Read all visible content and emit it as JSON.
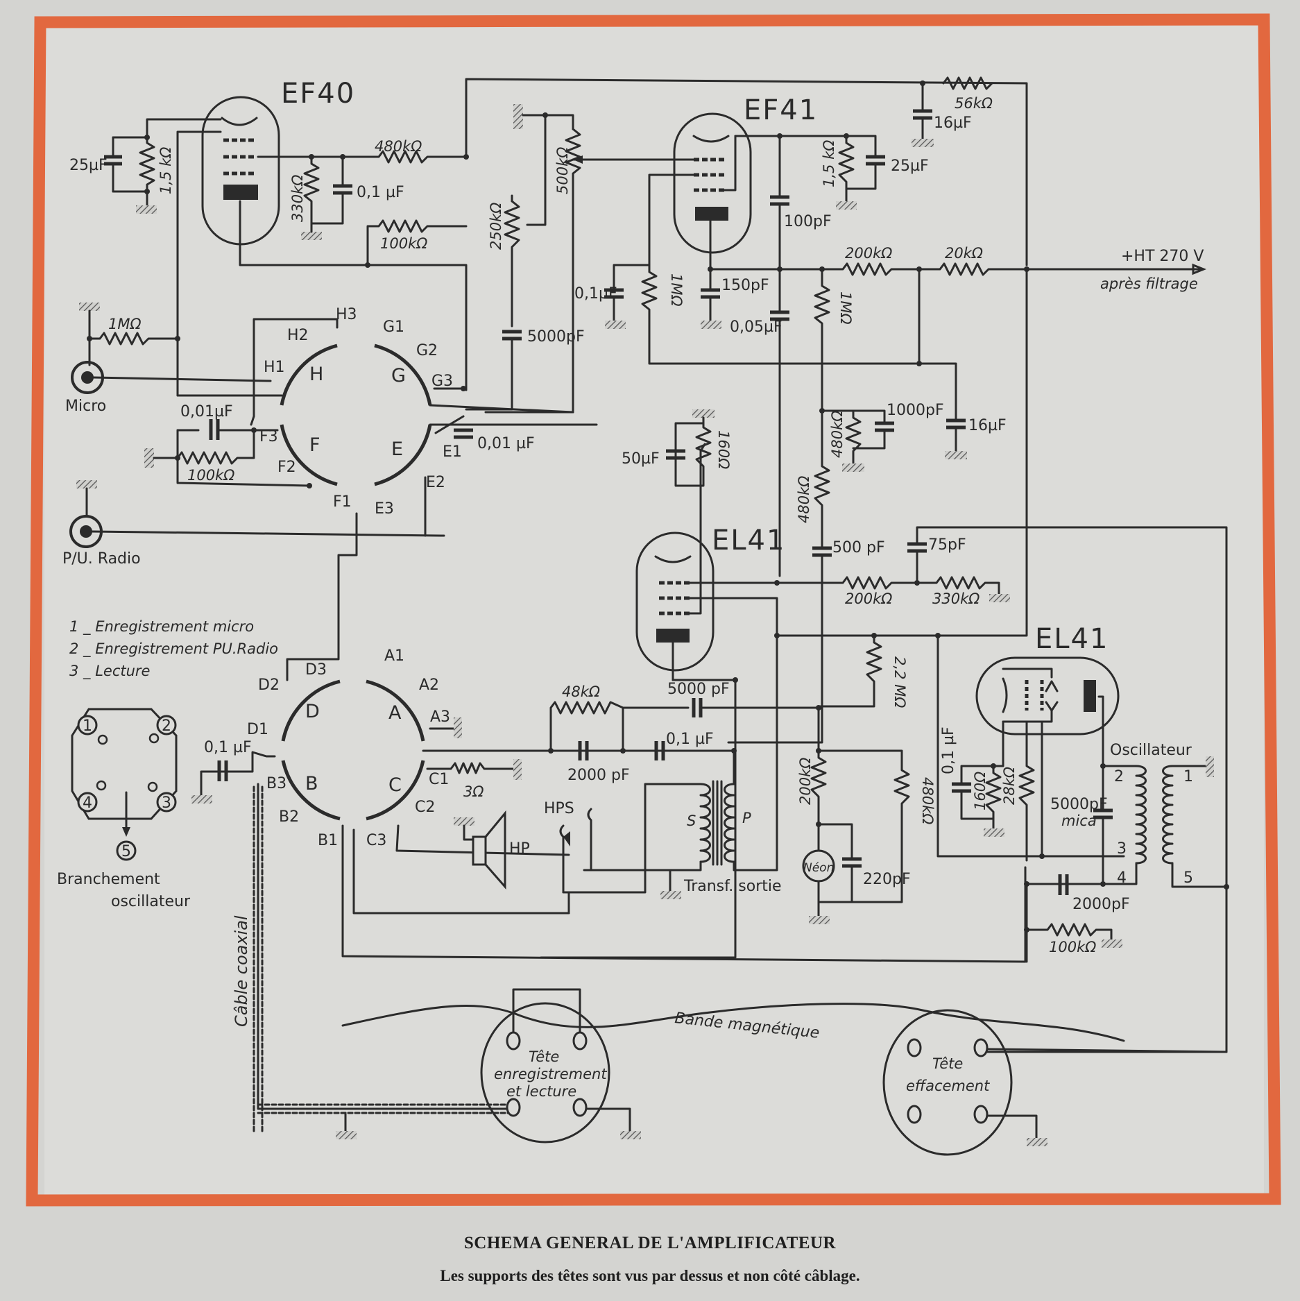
{
  "page": {
    "border_color": "#e2683f",
    "paper_color": "#dcdcd9",
    "ink_color": "#2b2b2b"
  },
  "tubes": {
    "v1": "EF40",
    "v2": "EF41",
    "v3": "EL41",
    "v4": "EL41"
  },
  "components": {
    "ef40_cathode_cap": "25µF",
    "ef40_cathode_res": "1,5 kΩ",
    "ef40_screen_res": "480kΩ",
    "ef40_screen_bleed": "330kΩ",
    "ef40_screen_cap": "0,1 µF",
    "ef40_plate_res": "100kΩ",
    "vol_pot": "500kΩ",
    "tone_pot": "250kΩ",
    "tone_cap": "5000pF",
    "decoupling_res": "56kΩ",
    "decoupling_cap": "16µF",
    "ef41_cathode_res": "1,5 kΩ",
    "ef41_cathode_cap": "25µF",
    "ef41_screen_cap": "100pF",
    "ef41_plate_filter": "200kΩ",
    "ht_filter_res": "20kΩ",
    "ht_label": "+HT  270 V",
    "ht_sublabel": "après filtrage",
    "ef41_grid_cap": "0,1µF",
    "ef41_grid_res": "1MΩ",
    "ef41_plate_cap": "150pF",
    "coupling_cap": "0,05µF",
    "ef41_plate_res": "1MΩ",
    "filter_cap2": "16µF",
    "el41_cathode_cap": "50µF",
    "el41_cathode_res": "160Ω",
    "el41_grid_res": "480kΩ",
    "el41_grid_cap": "1000pF",
    "el41_grid_res2": "480kΩ",
    "el41_cap500": "500 pF",
    "el41_cap75": "75pF",
    "el41_res200": "200kΩ",
    "el41_res330": "330kΩ",
    "res_22m": "2,2 MΩ",
    "mic_res": "1MΩ",
    "mic_label": "Micro",
    "pu_label": "P/U. Radio",
    "switch1_cap": "0,01µF",
    "switch1_res": "100kΩ",
    "switch1_cap2": "0,01 µF",
    "fb_res": "48kΩ",
    "fb_cap": "5000 pF",
    "fb_cap2": "2000 pF",
    "fb_cap3": "0,1 µF",
    "in_cap": "0,1 µF",
    "coil_3ohm": "3Ω",
    "hp_label": "HP",
    "hps_label": "HPS",
    "transf_label": "Transf. sortie",
    "transf_s": "S",
    "transf_p": "P",
    "neon_res": "200kΩ",
    "neon_label": "Néon",
    "neon_cap": "220pF",
    "neon_res2": "480kΩ",
    "osc_cap": "0,1 µF",
    "osc_res160": "160Ω",
    "osc_res28k": "28kΩ",
    "osc_mica": "5000pF",
    "osc_mica_sub": "mica",
    "osc_label": "Oscillateur",
    "osc_cap2000": "2000pF",
    "osc_res100k": "100kΩ",
    "osc_pins": [
      "1",
      "2",
      "3",
      "4",
      "5"
    ]
  },
  "switch_top": {
    "sections": [
      "H",
      "G",
      "F",
      "E"
    ],
    "contacts": [
      "H1",
      "H2",
      "H3",
      "G1",
      "G2",
      "G3",
      "F1",
      "F2",
      "F3",
      "E1",
      "E2",
      "E3"
    ]
  },
  "switch_bottom": {
    "sections": [
      "D",
      "A",
      "B",
      "C"
    ],
    "contacts": [
      "D1",
      "D2",
      "D3",
      "A1",
      "A2",
      "A3",
      "B1",
      "B2",
      "B3",
      "C1",
      "C2",
      "C3"
    ]
  },
  "legend": {
    "items": [
      "1 _ Enregistrement micro",
      "2 _ Enregistrement PU.Radio",
      "3 _ Lecture"
    ]
  },
  "socket": {
    "pins": [
      "1",
      "2",
      "3",
      "4",
      "5"
    ],
    "label_line1": "Branchement",
    "label_line2": "oscillateur"
  },
  "tape": {
    "cable_label": "Câble coaxial",
    "tape_label": "Bande magnétique",
    "head1_lines": [
      "Tête",
      "enregistrement",
      "et lecture"
    ],
    "head2_lines": [
      "Tête",
      "effacement"
    ]
  },
  "caption": {
    "title": "SCHEMA GENERAL DE L'AMPLIFICATEUR",
    "subtitle": "Les supports des têtes sont vus par dessus et non côté câblage."
  }
}
